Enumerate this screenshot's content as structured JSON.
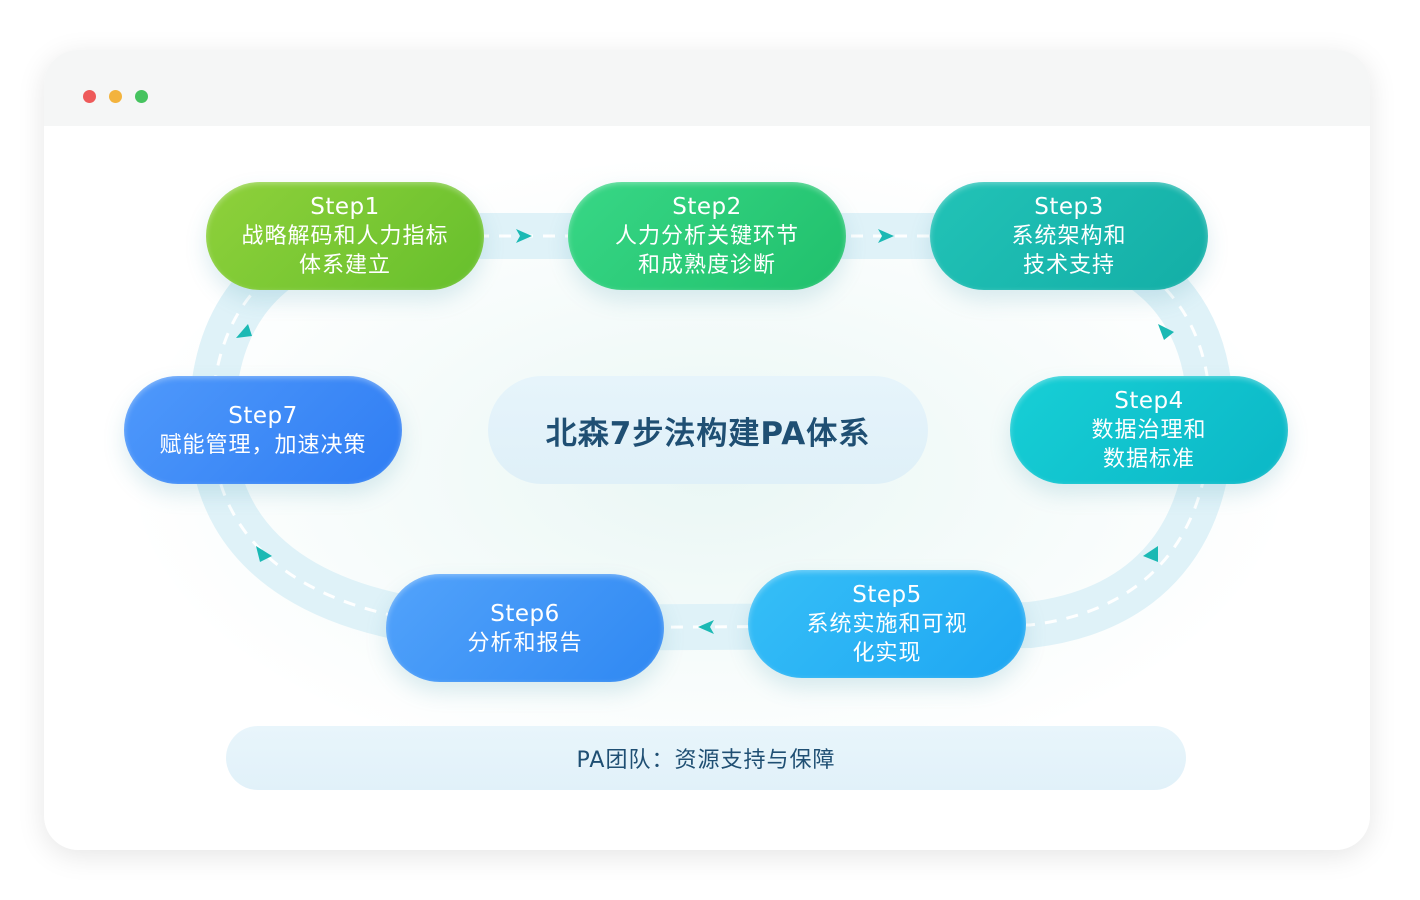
{
  "window": {
    "dots": [
      {
        "name": "close-dot",
        "color": "#ee5a5a"
      },
      {
        "name": "minimize-dot",
        "color": "#f3b33d"
      },
      {
        "name": "maximize-dot",
        "color": "#46c35f"
      }
    ]
  },
  "diagram": {
    "center_title": "北森7步法构建PA体系",
    "footer": "PA团队：资源支持与保障",
    "steps": [
      {
        "step": "Step1",
        "line1": "战略解码和人力指标",
        "line2": "体系建立",
        "colors": [
          "#8fd13b",
          "#66bf2c"
        ]
      },
      {
        "step": "Step2",
        "line1": "人力分析关键环节",
        "line2": "和成熟度诊断",
        "colors": [
          "#38d786",
          "#20c06c"
        ]
      },
      {
        "step": "Step3",
        "line1": "系统架构和",
        "line2": "技术支持",
        "colors": [
          "#22c3b7",
          "#13aea6"
        ]
      },
      {
        "step": "Step4",
        "line1": "数据治理和",
        "line2": "数据标准",
        "colors": [
          "#17cfd6",
          "#0bb7c6"
        ]
      },
      {
        "step": "Step5",
        "line1": "系统实施和可视",
        "line2": "化实现",
        "colors": [
          "#36bff7",
          "#1ea6f2"
        ]
      },
      {
        "step": "Step6",
        "line1": "分析和报告",
        "line2": "",
        "colors": [
          "#52a3fb",
          "#2f88f2"
        ]
      },
      {
        "step": "Step7",
        "line1": "赋能管理，加速决策",
        "line2": "",
        "colors": [
          "#4f99fb",
          "#2f7df3"
        ]
      }
    ],
    "track_color": "#dff2f8",
    "arrow_color": "#1bb9b4"
  }
}
